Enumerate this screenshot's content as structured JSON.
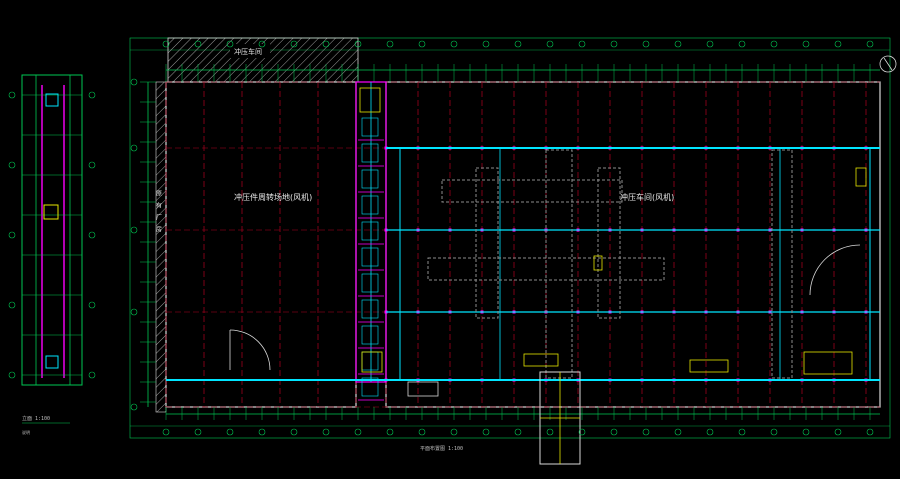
{
  "drawing": {
    "background": "#000000",
    "colors": {
      "grid": "#00c853",
      "axis_red": "#b00020",
      "column_magenta": "#ff00ff",
      "pipe_cyan": "#00e5ff",
      "wall_white": "#d9d9d9",
      "annotation_yellow": "#e6e600",
      "room_outline": "#e0e0e0"
    },
    "labels": {
      "room_left": "冲压件周转场地(风机)",
      "room_right": "冲压车间(风机)",
      "top_hatched_room": "冲压车间",
      "left_vertical": "原有厂房",
      "scale_note": "平面布置图 1:100",
      "side_elevation_note": "立面 1:100",
      "bottom_note": "说明"
    }
  }
}
